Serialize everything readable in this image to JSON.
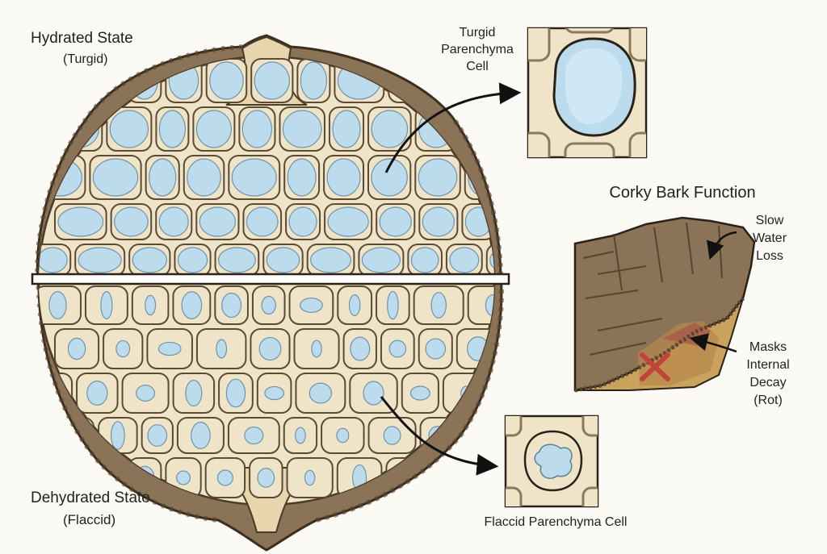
{
  "hydrated": {
    "title": "Hydrated State",
    "subtitle": "(Turgid)"
  },
  "dehydrated": {
    "title": "Dehydrated State",
    "subtitle": "(Flaccid)"
  },
  "turgid_cell": {
    "line1": "Turgid",
    "line2": "Parenchyma",
    "line3": "Cell"
  },
  "flaccid_cell": {
    "label": "Flaccid Parenchyma Cell"
  },
  "bark": {
    "title": "Corky Bark Function",
    "slow_loss": [
      "Slow",
      "Water",
      "Loss"
    ],
    "masks_decay": [
      "Masks",
      "Internal",
      "Decay",
      "(Rot)"
    ]
  },
  "colors": {
    "bark": "#8a7356",
    "bark_dark": "#5a4630",
    "cell_wall": "#d9c7a0",
    "cell_fill": "#efe4c8",
    "water": "#bcdcee",
    "rot_mark": "#c0443a",
    "ink": "#2a2118"
  }
}
